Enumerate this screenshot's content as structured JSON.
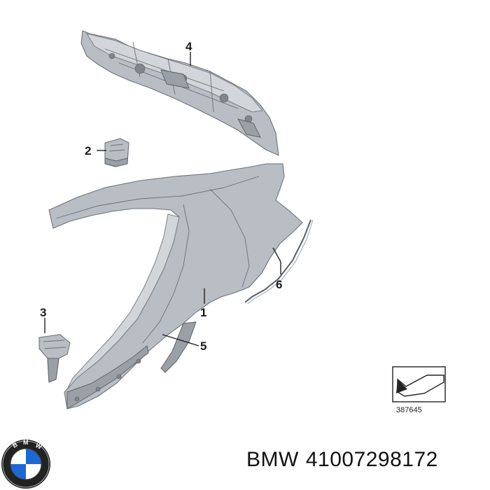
{
  "parts": [
    {
      "callout": "1"
    },
    {
      "callout": "2"
    },
    {
      "callout": "3"
    },
    {
      "callout": "4"
    },
    {
      "callout": "5"
    },
    {
      "callout": "6"
    }
  ],
  "reference_number": "387645",
  "caption": {
    "brand": "BMW",
    "part_number": "41007298172"
  },
  "icons": {
    "logo": "bmw-logo-icon",
    "reference": "panel-reference-icon"
  },
  "colors": {
    "panel": "#b9bec4",
    "panel_edge": "#6d7379",
    "logo_blue": "#1c69d4"
  }
}
